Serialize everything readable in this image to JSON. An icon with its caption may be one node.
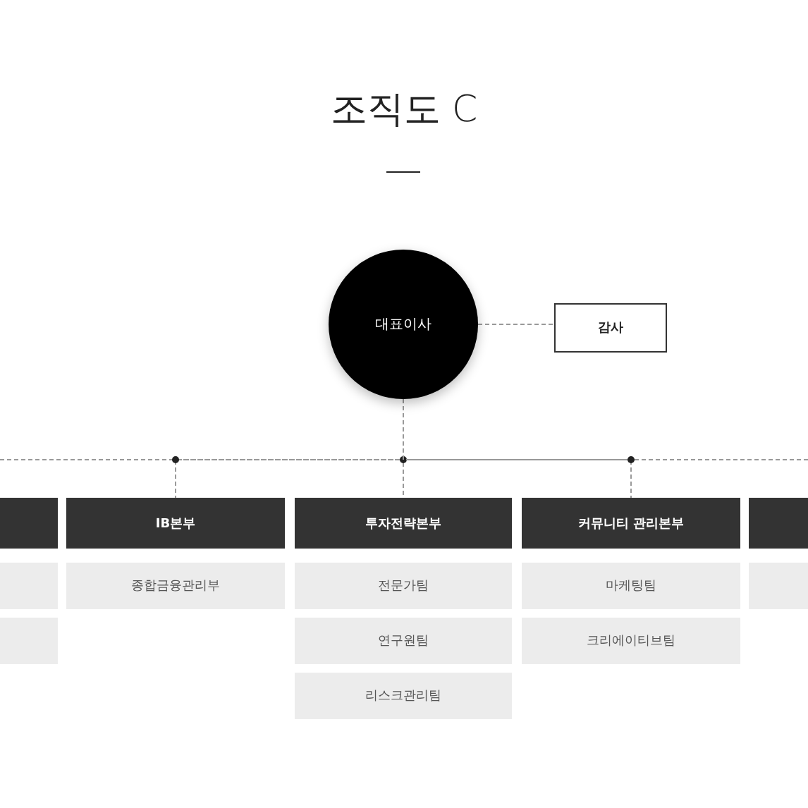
{
  "diagram": {
    "title": "조직도 C",
    "nodes": [
      {
        "text": [
          "대표이사"
        ]
      },
      {
        "text": [
          "감사"
        ]
      },
      {
        "text": [],
        "shape": "box"
      },
      {
        "text": [
          "IB본부"
        ]
      },
      {
        "text": [
          "투자전략본부"
        ]
      },
      {
        "text": [
          "커뮤니티 관리본부"
        ]
      },
      {
        "text": [],
        "shape": "box"
      },
      {
        "text": [],
        "shape": "box"
      },
      {
        "text": [],
        "shape": "box"
      },
      {
        "text": [
          "종합금융관리부"
        ]
      },
      {
        "text": [
          "전문가팀"
        ]
      },
      {
        "text": [
          "연구원팀"
        ]
      },
      {
        "text": [
          "리스크관리팀"
        ]
      },
      {
        "text": [
          "마케팅팀"
        ]
      },
      {
        "text": [
          "크리에이티브팀"
        ]
      },
      {
        "text": [],
        "shape": "box"
      }
    ],
    "edges": [
      {
        "from": 0,
        "to": 1,
        "arrow": "none",
        "style": "dashed"
      },
      {
        "from": 0,
        "to": 3,
        "arrow": "none",
        "style": "dashed"
      },
      {
        "from": 0,
        "to": 4,
        "arrow": "none",
        "style": "dashed"
      },
      {
        "from": 0,
        "to": 5,
        "arrow": "none",
        "style": "dashed"
      }
    ]
  }
}
